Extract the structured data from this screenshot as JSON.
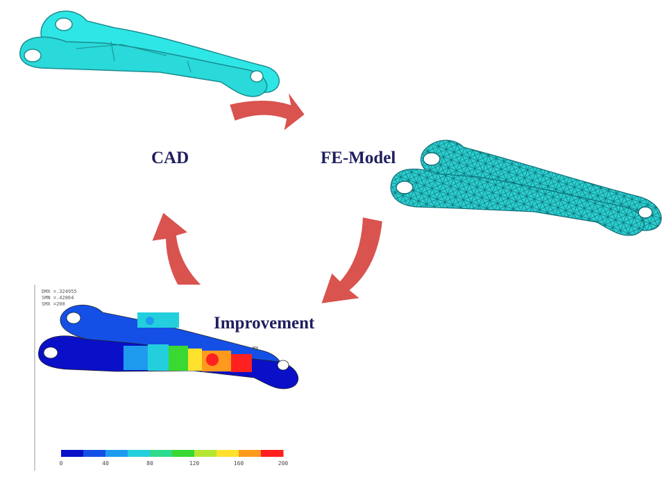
{
  "steps": {
    "cad": "CAD",
    "fe_model": "FE-Model",
    "improvement": "Improvement"
  },
  "result": {
    "stats": [
      "DMX =.324955",
      "SMN =.42864",
      "SMX =200"
    ],
    "tag": "MX",
    "legend_ticks": [
      "0",
      "40",
      "80",
      "120",
      "160",
      "200"
    ],
    "legend_colors": [
      "#0a10c8",
      "#1450e6",
      "#1e9bef",
      "#23cfdc",
      "#2ddb8c",
      "#39d832",
      "#b6e632",
      "#ffe12d",
      "#ff9a1e",
      "#ff2020"
    ]
  },
  "colors": {
    "arrow": "#d9534f",
    "label": "#1f1f5e",
    "cad_fill": "#2fe6e6",
    "mesh_fill": "#2ccfcf",
    "mesh_line": "#0e6f78"
  }
}
